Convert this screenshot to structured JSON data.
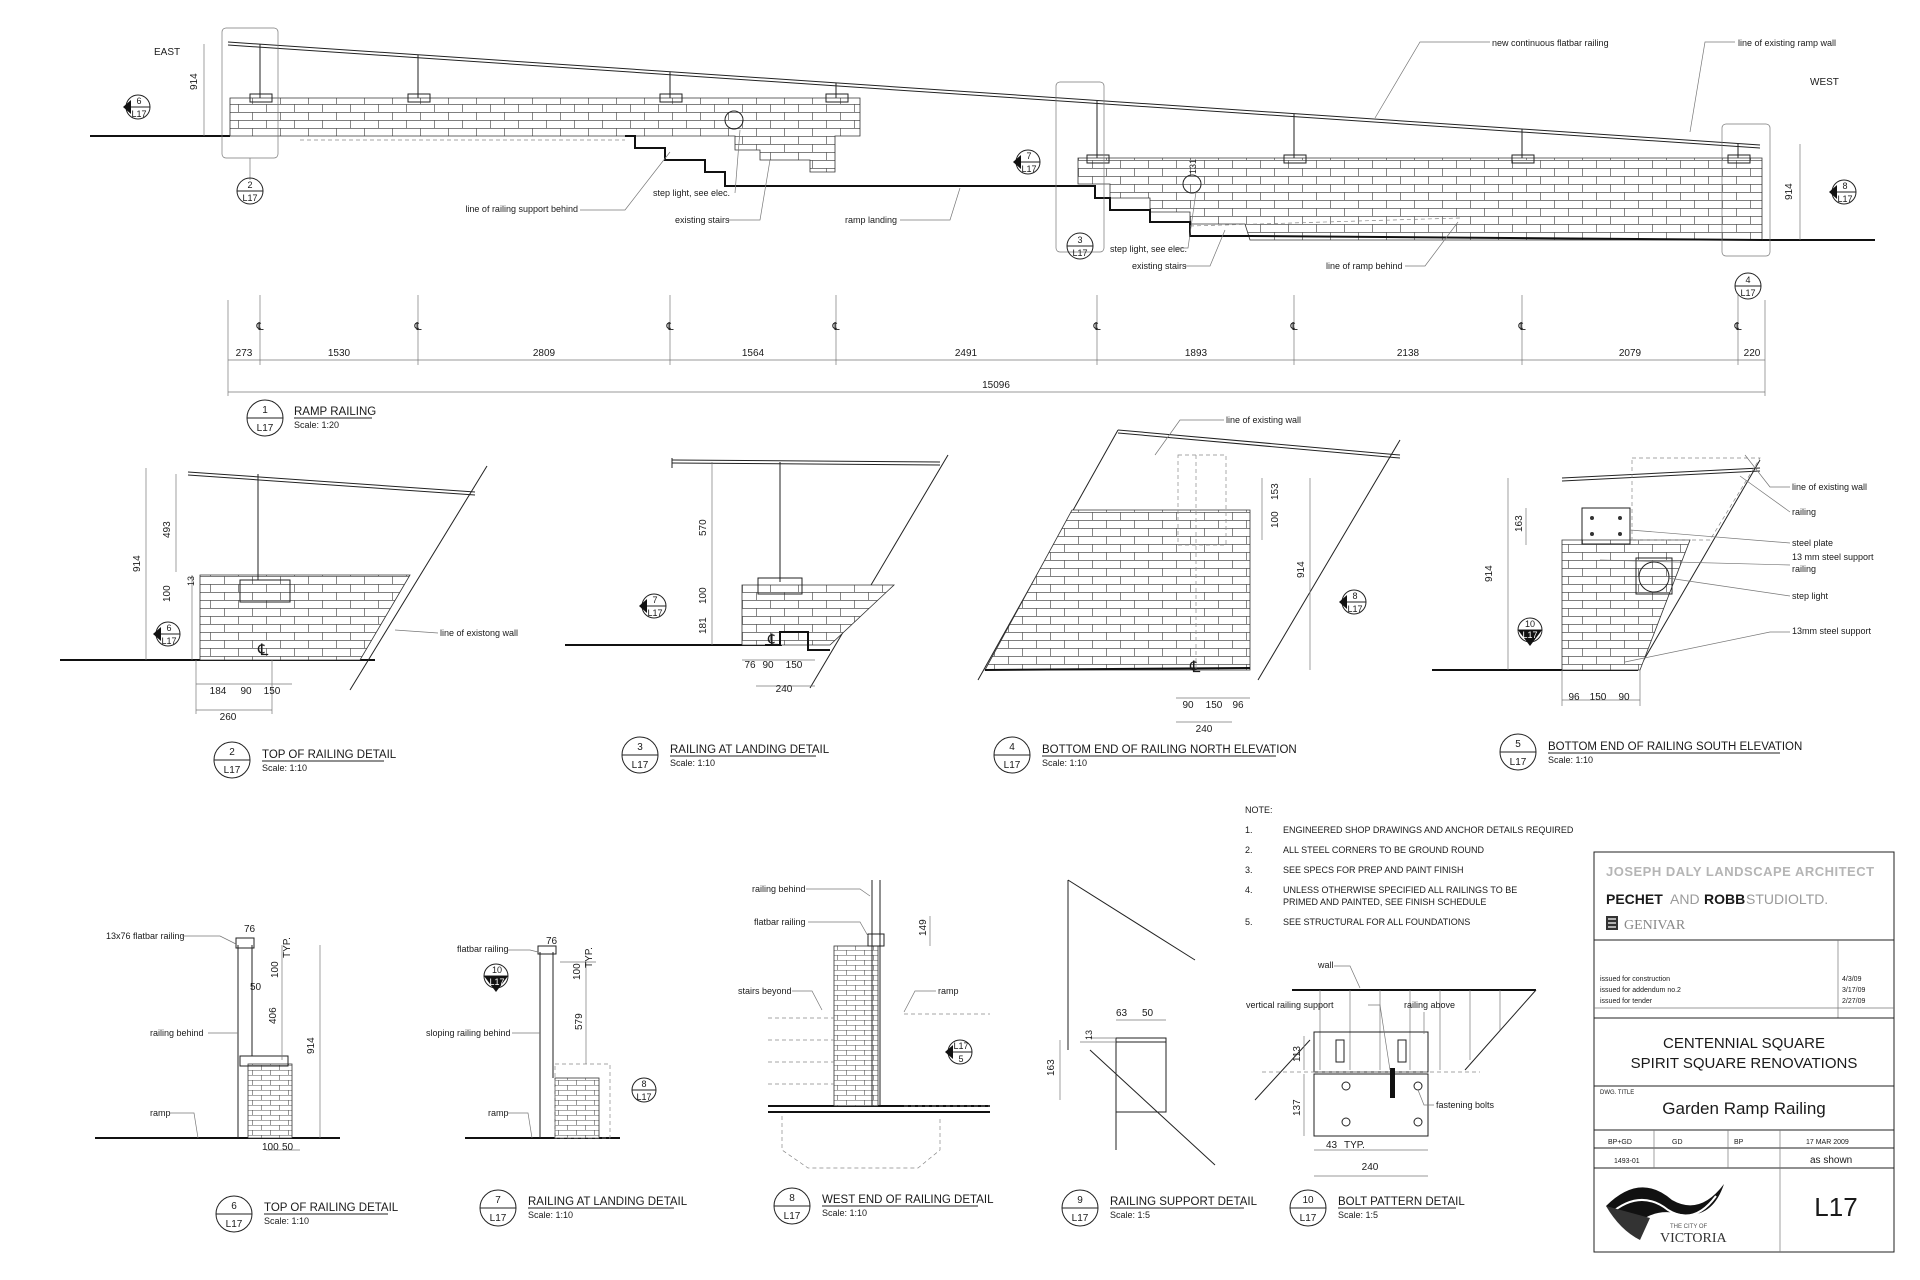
{
  "plan": {
    "labels": {
      "east": "EAST",
      "west": "WEST",
      "new_flatbar": "new continuous flatbar railing",
      "line_existing_ramp_wall": "line of existing ramp wall",
      "line_railing_support": "line of railing support behind",
      "step_light_1": "step light, see elec.",
      "existing_stairs_1": "existing stairs",
      "ramp_landing": "ramp landing",
      "step_light_2": "step light, see elec.",
      "existing_stairs_2": "existing stairs",
      "line_ramp_behind": "line of ramp behind",
      "h914_left": "914",
      "h914_right": "914",
      "h131": "131"
    },
    "dims": [
      "273",
      "1530",
      "2809",
      "1564",
      "2491",
      "1893",
      "2138",
      "2079",
      "220"
    ],
    "overall_dim": "15096",
    "centerline": "℄",
    "callouts": [
      {
        "num": "6",
        "sheet": "L17"
      },
      {
        "num": "2",
        "sheet": "L17"
      },
      {
        "num": "7",
        "sheet": "L17"
      },
      {
        "num": "3",
        "sheet": "L17"
      },
      {
        "num": "8",
        "sheet": "L17"
      },
      {
        "num": "4",
        "sheet": "L17"
      }
    ]
  },
  "titles": [
    {
      "num": "1",
      "sheet": "L17",
      "title": "RAMP RAILING",
      "scale": "Scale: 1:20"
    },
    {
      "num": "2",
      "sheet": "L17",
      "title": "TOP OF RAILING DETAIL",
      "scale": "Scale: 1:10"
    },
    {
      "num": "3",
      "sheet": "L17",
      "title": "RAILING AT LANDING DETAIL",
      "scale": "Scale: 1:10"
    },
    {
      "num": "4",
      "sheet": "L17",
      "title": "BOTTOM END OF RAILING NORTH ELEVATION",
      "scale": "Scale: 1:10"
    },
    {
      "num": "5",
      "sheet": "L17",
      "title": "BOTTOM END OF RAILING SOUTH ELEVATION",
      "scale": "Scale: 1:10"
    },
    {
      "num": "6",
      "sheet": "L17",
      "title": "TOP OF RAILING DETAIL",
      "scale": "Scale: 1:10"
    },
    {
      "num": "7",
      "sheet": "L17",
      "title": "RAILING AT LANDING DETAIL",
      "scale": "Scale: 1:10"
    },
    {
      "num": "8",
      "sheet": "L17",
      "title": "WEST END OF RAILING DETAIL",
      "scale": "Scale: 1:10"
    },
    {
      "num": "9",
      "sheet": "L17",
      "title": "RAILING SUPPORT DETAIL",
      "scale": "Scale: 1:5"
    },
    {
      "num": "10",
      "sheet": "L17",
      "title": "BOLT PATTERN DETAIL",
      "scale": "Scale: 1:5"
    }
  ],
  "detail2": {
    "h914": "914",
    "h493": "493",
    "h100": "100",
    "h13": "13",
    "d184": "184",
    "d90": "90",
    "d150": "150",
    "d260": "260",
    "wall": "line of existong wall",
    "cl": "℄",
    "callout": {
      "num": "6",
      "sheet": "L17"
    }
  },
  "detail3": {
    "h570": "570",
    "h100": "100",
    "h181": "181",
    "d76": "76",
    "d90": "90",
    "d150": "150",
    "d240": "240",
    "cl": "℄",
    "callout": {
      "num": "7",
      "sheet": "L17"
    }
  },
  "detail4": {
    "wall": "line of existing wall",
    "h153": "153",
    "h100": "100",
    "h914": "914",
    "d90": "90",
    "d150": "150",
    "d96": "96",
    "d240": "240",
    "cl": "℄",
    "callout": {
      "num": "8",
      "sheet": "L17"
    }
  },
  "detail5": {
    "h163": "163",
    "h914": "914",
    "line_wall": "line of existing wall",
    "railing": "railing",
    "steel_plate": "steel plate",
    "support13": "13 mm steel support railing",
    "step_light": "step light",
    "support13b": "13mm steel support",
    "d96": "96",
    "d150": "150",
    "d90": "90",
    "callout": {
      "num": "10",
      "sheet": "L17"
    }
  },
  "detail6": {
    "flatbar": "13x76 flatbar railing",
    "d76": "76",
    "typ": "TYP.",
    "h100": "100",
    "h50": "50",
    "h406": "406",
    "h914": "914",
    "behind": "railing behind",
    "ramp": "ramp",
    "d100": "100",
    "d50": "50"
  },
  "detail7": {
    "flatbar": "flatbar railing",
    "d76": "76",
    "typ": "TYP.",
    "h100": "100",
    "h579": "579",
    "sloping": "sloping railing behind",
    "ramp": "ramp",
    "callout10": {
      "num": "10",
      "sheet": "L17"
    },
    "callout8": {
      "num": "8",
      "sheet": "L17"
    }
  },
  "detail8": {
    "behind": "railing behind",
    "flatbar": "flatbar railing",
    "h149": "149",
    "stairs": "stairs beyond",
    "ramp": "ramp",
    "callout": {
      "num": "L17",
      "sheet": "5"
    }
  },
  "detail9": {
    "d63": "63",
    "d50": "50",
    "h13": "13",
    "h163": "163"
  },
  "detail10": {
    "wall": "wall",
    "vertical": "vertical railing support",
    "above": "railing above",
    "h113": "113",
    "h137": "137",
    "fastening": "fastening bolts",
    "d43": "43",
    "typ": "TYP.",
    "d240": "240"
  },
  "notes": {
    "heading": "NOTE:",
    "items": [
      {
        "n": "1.",
        "text": "ENGINEERED SHOP DRAWINGS AND ANCHOR DETAILS REQUIRED"
      },
      {
        "n": "2.",
        "text": "ALL STEEL CORNERS TO BE GROUND ROUND"
      },
      {
        "n": "3.",
        "text": "SEE SPECS FOR PREP AND PAINT FINISH"
      },
      {
        "n": "4.",
        "text": "UNLESS OTHERWISE SPECIFIED ALL RAILINGS TO BE"
      },
      {
        "n": "",
        "text": "PRIMED AND PAINTED, SEE FINISH SCHEDULE"
      },
      {
        "n": "5.",
        "text": "SEE STRUCTURAL FOR ALL FOUNDATIONS"
      }
    ]
  },
  "titleblock": {
    "firm": "JOSEPH DALY LANDSCAPE ARCHITECT",
    "pechet": "PECHET",
    "and1": "AND",
    "robb": "ROBB",
    "studio": "STUDIOLTD.",
    "genivar": "GENIVAR",
    "revisions": [
      {
        "label": "issued for construction",
        "date": "4/3/09"
      },
      {
        "label": "issued for addendum no.2",
        "date": "3/17/09"
      },
      {
        "label": "issued for tender",
        "date": "2/27/09"
      }
    ],
    "project_line1": "CENTENNIAL SQUARE",
    "project_line2": "SPIRIT SQUARE RENOVATIONS",
    "dwg_title_label": "DWG. TITLE",
    "dwg_title": "Garden Ramp Railing",
    "drawn": "BP+GD",
    "designed": "GD",
    "checked": "BP",
    "date": "17 MAR 2009",
    "job": "1493-01",
    "scale": "as shown",
    "sheet": "L17",
    "city_small": "THE CITY OF",
    "city": "VICTORIA",
    "colors": {
      "ink": "#1a1a1a",
      "firm_grey": "#b5b5b5",
      "robb_light": "#9a9a9a"
    }
  }
}
